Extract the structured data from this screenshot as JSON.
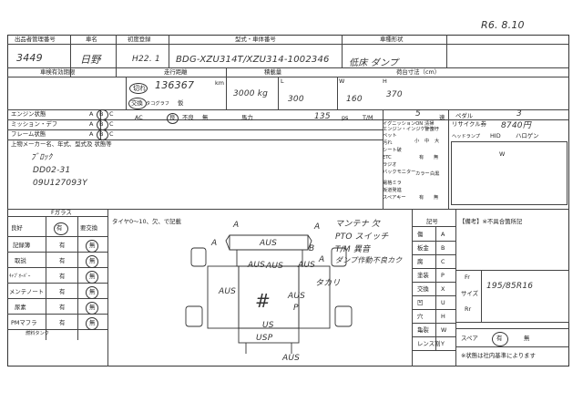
{
  "date": "R6. 8.10",
  "header": {
    "col1": "出品者管理番号",
    "col2": "車名",
    "col3": "初度登録",
    "col4": "型式・車体番号",
    "col5": "車種形状",
    "v1": "3449",
    "v2": "日野",
    "v3": "H22. 1",
    "v4": "BDG-XZU314T/XZU314-1002346",
    "v5": "低床 ダンプ"
  },
  "row2": {
    "l1": "車検有効期限",
    "l2": "走行距離",
    "l3": "積載量",
    "l4": "荷台寸法（cm）",
    "kiri": "切れ",
    "mileage": "136367",
    "km": "km",
    "cap": "3000 kg",
    "dim_l": "L",
    "dim_w": "W",
    "dim_h": "H",
    "dim_lv": "300",
    "dim_wv": "160",
    "dim_hv": "370",
    "koukan": "交換",
    "tacho": "タコグラフ",
    "kari": "仮"
  },
  "row3": {
    "engine": "エンジン状態",
    "mission": "ミッション・デフ",
    "frame": "フレーム状態",
    "a": "A",
    "b": "B",
    "c": "C",
    "ac": "AC",
    "ryo": "良",
    "fu": "不良",
    "mu": "無",
    "bariki": "馬力",
    "bariki_v": "135",
    "ps": "ps",
    "tm": "T/M",
    "tm_v": "5",
    "soku": "速",
    "pedal": "ペダル",
    "pedal_v": "3"
  },
  "remarks_label": "上物メーカー名、年式、型式及 状態等",
  "remarks_hw": [
    "ﾌﾞﾛｯｸ",
    "DD02-31",
    "09U127093Y"
  ],
  "equip": {
    "ig": "イグニッションON",
    "ig2": "エンジン・インジケーター",
    "seisou": "清掃",
    "warning": "警告灯",
    "pet": "ペット",
    "yogore": "汚れ",
    "sheet": "シート破",
    "etc": "ETC",
    "radio": "ラジオ",
    "back": "バックモニター",
    "denpamira": "電格ミラ",
    "sokudo": "坂道発進",
    "spare": "スペアキー",
    "sho": "小",
    "chu": "中",
    "dai": "大",
    "yu": "有",
    "mu": "無",
    "color": "カラー",
    "white": "白黒"
  },
  "right_panel": {
    "recycle": "リサイクル券",
    "recycle_v": "8740円",
    "headlight": "ヘッドランプ",
    "hid": "HID",
    "halogen": "ハロゲン",
    "w": "W"
  },
  "fglass": {
    "title": "Fガラス",
    "ryo": "良好",
    "yu": "有",
    "needs": "要交換",
    "rows": [
      "記録簿",
      "取説",
      "ｷｬﾌﾞｵｰﾊﾞｰ",
      "メンテノート",
      "尿素",
      "PMマフラ"
    ],
    "fuel": "燃料タンク"
  },
  "tire_label": "タイヤ0～10、欠、で記載",
  "diagram_hw": [
    "A",
    "AUS",
    "AUS",
    "AUS",
    "US",
    "AUS",
    "AUS",
    "USP",
    "A",
    "A",
    "B",
    "A",
    "AUS",
    "AUS",
    "P",
    "#",
    "タカリ"
  ],
  "notes_hw": [
    "マンテナ 欠",
    "PTO スイッチ",
    "T/M 異音",
    "ダンプ作動不良カク"
  ],
  "legend": {
    "title": "記号",
    "rows": [
      [
        "傷",
        "A"
      ],
      [
        "板金",
        "B"
      ],
      [
        "腐",
        "C"
      ],
      [
        "塗装",
        "P"
      ],
      [
        "交換",
        "X"
      ],
      [
        "凹",
        "U"
      ],
      [
        "穴",
        "H"
      ],
      [
        "亀裂",
        "W"
      ],
      [
        "レンス割",
        "Y"
      ]
    ]
  },
  "repair": {
    "title": "【備考】※不具合箇所記",
    "fr": "Fr",
    "size": "サイズ",
    "rr": "Rr",
    "size_v": "195/85R16",
    "spare": "スペア",
    "yu": "有",
    "mu": "無",
    "foot": "※状態は社内基準によります"
  }
}
